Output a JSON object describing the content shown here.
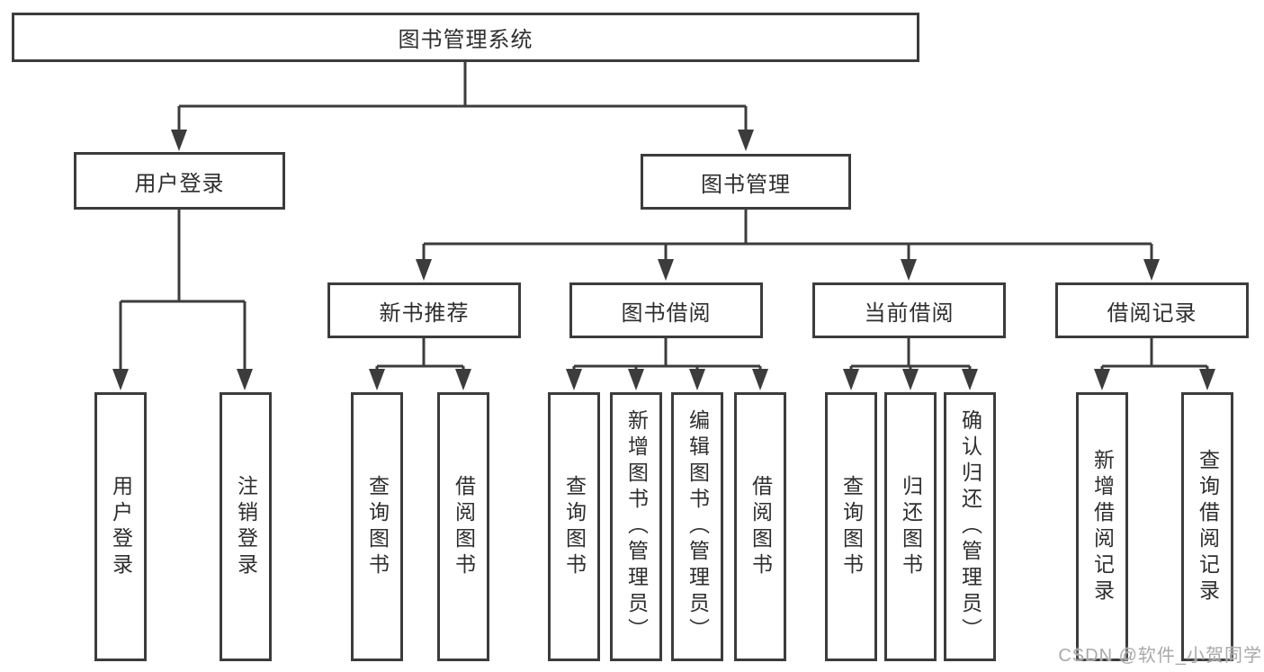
{
  "diagram": {
    "title": "图书管理系统",
    "root": {
      "label": "图书管理系统"
    },
    "level2": [
      {
        "label": "用户登录"
      },
      {
        "label": "图书管理"
      }
    ],
    "level3": [
      {
        "label": "新书推荐"
      },
      {
        "label": "图书借阅"
      },
      {
        "label": "当前借阅"
      },
      {
        "label": "借阅记录"
      }
    ],
    "leaves": [
      {
        "label": "用户登录",
        "parent": "用户登录"
      },
      {
        "label": "注销登录",
        "parent": "用户登录"
      },
      {
        "label": "查询图书",
        "parent": "新书推荐"
      },
      {
        "label": "借阅图书",
        "parent": "新书推荐"
      },
      {
        "label": "查询图书",
        "parent": "图书借阅"
      },
      {
        "label": "新增图书（管理员）",
        "parent": "图书借阅"
      },
      {
        "label": "编辑图书（管理员）",
        "parent": "图书借阅"
      },
      {
        "label": "借阅图书",
        "parent": "图书借阅"
      },
      {
        "label": "查询图书",
        "parent": "当前借阅"
      },
      {
        "label": "归还图书",
        "parent": "当前借阅"
      },
      {
        "label": "确认归还（管理员）",
        "parent": "当前借阅"
      },
      {
        "label": "新增借阅记录",
        "parent": "借阅记录"
      },
      {
        "label": "查询借阅记录",
        "parent": "借阅记录"
      }
    ],
    "colors": {
      "line": "#3c3c3c",
      "box_border": "#3c3c3c",
      "box_fill": "#ffffff",
      "text": "#2e2e2e",
      "watermark": "#a9a9a9"
    }
  },
  "watermark": {
    "text": "CSDN @软件_小贺同学"
  }
}
